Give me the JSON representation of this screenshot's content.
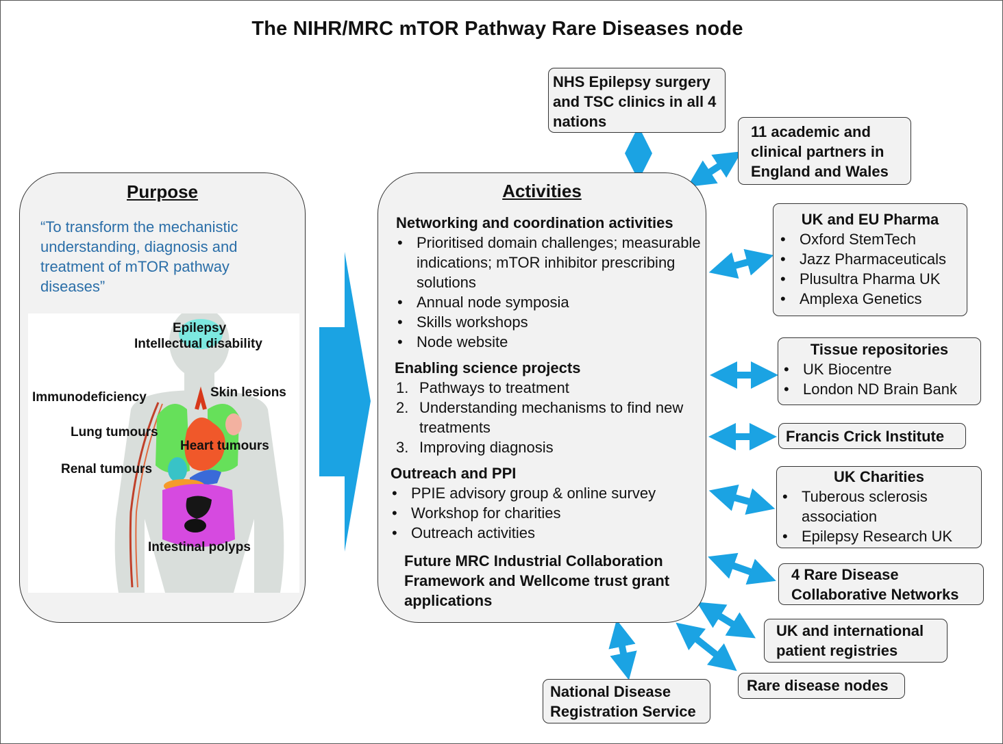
{
  "title": "The NIHR/MRC mTOR Pathway Rare Diseases node",
  "purpose": {
    "heading": "Purpose",
    "quote": "“To transform the mechanistic understanding, diagnosis and treatment of mTOR pathway diseases”",
    "labels": {
      "epilepsy": "Epilepsy",
      "intellectual": "Intellectual disability",
      "immuno": "Immunodeficiency",
      "skin": "Skin lesions",
      "lung": "Lung tumours",
      "heart": "Heart tumours",
      "renal": "Renal tumours",
      "intestinal": "Intestinal polyps"
    }
  },
  "activities": {
    "heading": "Activities",
    "networking": {
      "heading": "Networking and coordination activities",
      "items": [
        "Prioritised domain challenges; measurable indications; mTOR inhibitor prescribing solutions",
        "Annual node symposia",
        "Skills workshops",
        "Node website"
      ]
    },
    "enabling": {
      "heading": "Enabling science projects",
      "items": [
        "Pathways to treatment",
        "Understanding mechanisms to find new treatments",
        "Improving diagnosis"
      ]
    },
    "outreach": {
      "heading": "Outreach and PPI",
      "items": [
        "PPIE advisory group & online survey",
        "Workshop for charities",
        "Outreach activities"
      ]
    },
    "future": "Future MRC Industrial Collaboration Framework and Wellcome trust grant applications"
  },
  "partners": {
    "nhs": "NHS Epilepsy surgery and TSC clinics in all 4 nations",
    "academic": "11 academic and clinical partners in England and Wales",
    "pharma": {
      "heading": "UK and EU Pharma",
      "items": [
        "Oxford StemTech",
        "Jazz Pharmaceuticals",
        "Plusultra Pharma UK",
        "Amplexa Genetics"
      ]
    },
    "tissue": {
      "heading": "Tissue repositories",
      "items": [
        "UK Biocentre",
        "London ND Brain Bank"
      ]
    },
    "crick": "Francis Crick Institute",
    "charities": {
      "heading": "UK Charities",
      "items": [
        "Tuberous sclerosis association",
        "Epilepsy Research UK"
      ]
    },
    "networks": "4 Rare Disease Collaborative Networks",
    "registries": "UK and international patient registries",
    "nodes": "Rare disease nodes",
    "ndrs": "National Disease Registration Service"
  },
  "colors": {
    "arrow": "#1ba3e3",
    "quote": "#2a6ea8",
    "panel": "#f2f2f2"
  }
}
